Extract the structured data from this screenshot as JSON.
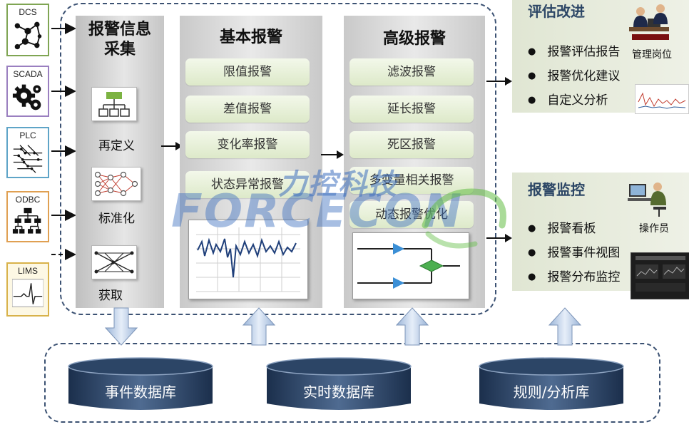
{
  "sources": [
    {
      "label": "DCS",
      "icon": "network-nodes-icon"
    },
    {
      "label": "SCADA",
      "icon": "gears-icon"
    },
    {
      "label": "PLC",
      "icon": "circuit-icon"
    },
    {
      "label": "ODBC",
      "icon": "org-chart-icon"
    },
    {
      "label": "LIMS",
      "icon": "ecg-waveform-icon"
    }
  ],
  "collect": {
    "title_line1": "报警信息",
    "title_line2": "采集",
    "items": [
      {
        "label": "再定义",
        "icon": "hierarchy-icon"
      },
      {
        "label": "标准化",
        "icon": "neural-net-icon"
      },
      {
        "label": "获取",
        "icon": "mesh-network-icon"
      }
    ]
  },
  "basic": {
    "title": "基本报警",
    "items": [
      "限值报警",
      "差值报警",
      "变化率报警",
      "状态异常报警"
    ]
  },
  "advanced": {
    "title": "高级报警",
    "items": [
      "滤波报警",
      "延长报警",
      "死区报警",
      "多变量相关报警",
      "动态报警优化"
    ]
  },
  "assess": {
    "title": "评估改进",
    "items": [
      "报警评估报告",
      "报警优化建议",
      "自定义分析"
    ],
    "role": "管理岗位"
  },
  "monitor": {
    "title": "报警监控",
    "items": [
      "报警看板",
      "报警事件视图",
      "报警分布监控"
    ],
    "role": "操作员"
  },
  "databases": [
    "事件数据库",
    "实时数据库",
    "规则/分析库"
  ],
  "watermark": {
    "cn": "力控科技",
    "en": "FORCECON"
  },
  "colors": {
    "dash": "#3c5273",
    "source_border": "#7fa553",
    "pill_top": "#f3f8ea",
    "pill_bottom": "#dde9c9",
    "db_dark": "#1f3553",
    "out_title": "#2d4766"
  }
}
